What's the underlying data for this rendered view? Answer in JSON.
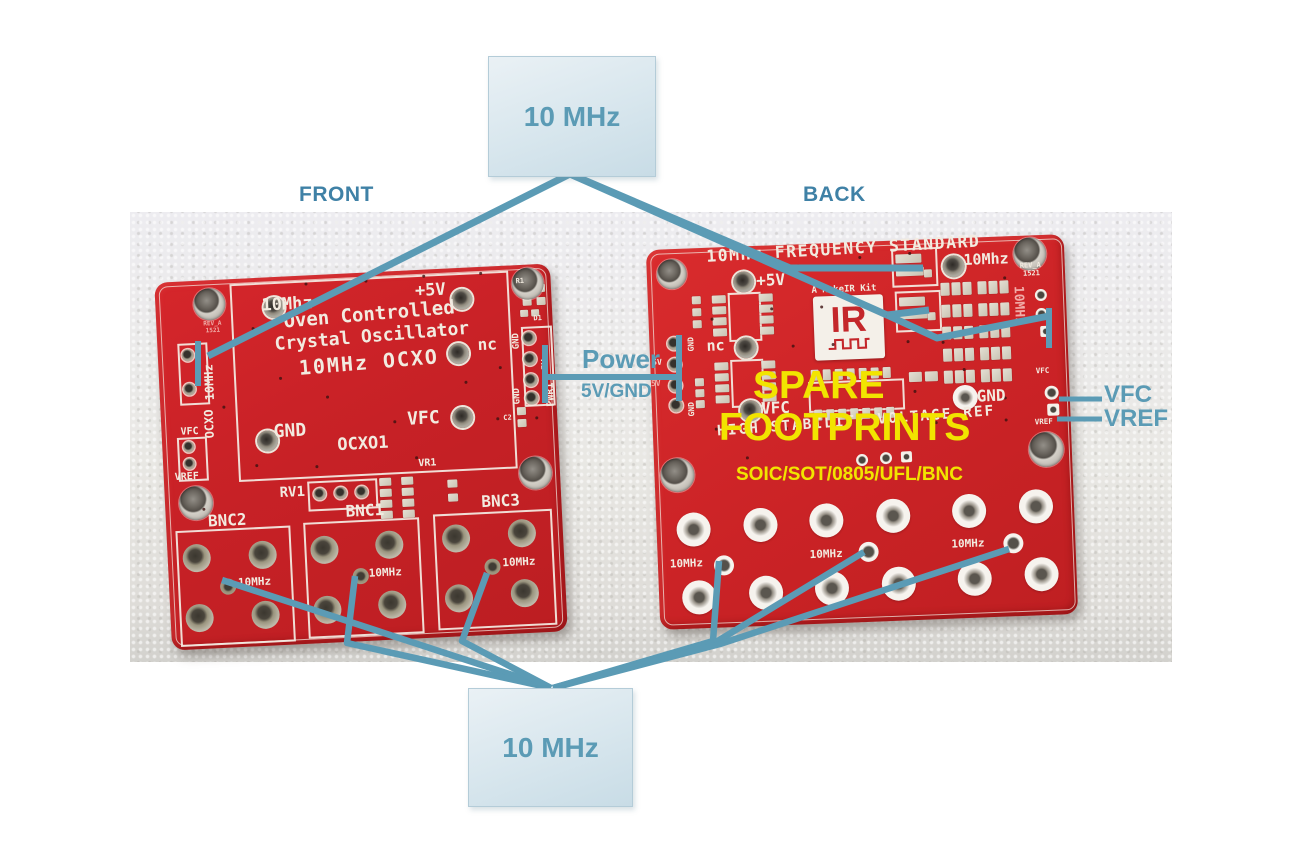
{
  "annotations": {
    "top_callout": "10 MHz",
    "bottom_callout": "10 MHz",
    "front_label": "FRONT",
    "back_label": "BACK",
    "power": {
      "title": "Power",
      "subtitle": "5V/GND"
    },
    "vfc": "VFC",
    "vref": "VREF",
    "spare": {
      "line1": "SPARE",
      "line2": "FOOTPRINTS",
      "subtitle": "SOIC/SOT/0805/UFL/BNC"
    },
    "accent_color": "#5b9bb5",
    "highlight_color": "#f2e400"
  },
  "front_board": {
    "silkscreen": {
      "osc_port": "10Mhz",
      "power_pin": "+5V",
      "title_line1": "Oven Controlled",
      "title_line2": "Crystal Oscillator",
      "title_line3": "10MHz OCXO",
      "nc": "nc",
      "gnd": "GND",
      "vfc": "VFC",
      "designator": "OCXO1",
      "rv1": "RV1",
      "vr1": "VR1",
      "r1": "R1",
      "d1": "D1",
      "c2": "C2",
      "rev": "REV_A",
      "rev_num": "1521",
      "bnc2": "BNC2",
      "bnc1": "BNC1",
      "bnc3": "BNC3",
      "bnc_freq_1": "10MHz",
      "bnc_freq_2": "10MHz",
      "bnc_freq_3": "10MHz",
      "edge_10mhz": "10MHz",
      "edge_ocxo": "OCXO",
      "edge_vfc": "VFC",
      "edge_vref": "VREF",
      "pwr_gnd_top": "GND",
      "pwr_5v": "5V",
      "pwr_gnd_bottom": "GND",
      "pwr1": "PWR1"
    }
  },
  "back_board": {
    "silkscreen": {
      "title": "10MHz FREQUENCY STANDARD",
      "power_pin": "+5V",
      "osc_out": "10Mhz",
      "rev": "REV_A",
      "rev_num": "1521",
      "maker": "A MakeIR Kit",
      "logo": "IR",
      "nc": "nc",
      "vfc": "VFC",
      "gnd": "GND",
      "subtitle": "HIGH STABILITY VOLTAGE REF",
      "edge_gnd_top": "GND",
      "edge_5v_a": "5V",
      "edge_5v_b": "5V",
      "edge_gnd_bottom": "GND",
      "edge_vfc": "VFC",
      "edge_vref": "VREF",
      "edge_10mhz": "10MHz",
      "bnc_freq_1": "10MHz",
      "bnc_freq_2": "10MHz",
      "bnc_freq_3": "10MHz"
    }
  }
}
